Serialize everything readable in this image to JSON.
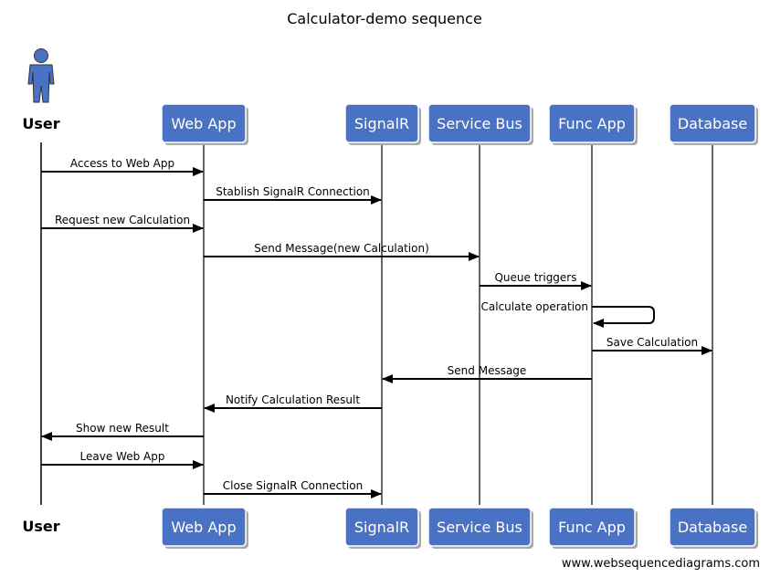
{
  "title": "Calculator-demo sequence",
  "user_actor": "User",
  "participants": [
    {
      "id": "webapp",
      "label": "Web App"
    },
    {
      "id": "signalr",
      "label": "SignalR"
    },
    {
      "id": "servicebus",
      "label": "Service Bus"
    },
    {
      "id": "funcapp",
      "label": "Func App"
    },
    {
      "id": "database",
      "label": "Database"
    }
  ],
  "messages": [
    {
      "from": "user",
      "to": "webapp",
      "label": "Access to Web App"
    },
    {
      "from": "webapp",
      "to": "signalr",
      "label": "Stablish SignalR Connection"
    },
    {
      "from": "user",
      "to": "webapp",
      "label": "Request new Calculation"
    },
    {
      "from": "webapp",
      "to": "servicebus",
      "label": "Send Message(new Calculation)"
    },
    {
      "from": "servicebus",
      "to": "funcapp",
      "label": "Queue triggers"
    },
    {
      "from": "funcapp",
      "to": "funcapp",
      "label": "Calculate operation"
    },
    {
      "from": "funcapp",
      "to": "database",
      "label": "Save Calculation"
    },
    {
      "from": "funcapp",
      "to": "signalr",
      "label": "Send Message"
    },
    {
      "from": "signalr",
      "to": "webapp",
      "label": "Notify Calculation Result"
    },
    {
      "from": "webapp",
      "to": "user",
      "label": "Show new Result"
    },
    {
      "from": "user",
      "to": "webapp",
      "label": "Leave Web App"
    },
    {
      "from": "webapp",
      "to": "signalr",
      "label": "Close SignalR Connection"
    }
  ],
  "watermark": "www.websequencediagrams.com",
  "colors": {
    "actor_box": "#4a72c4",
    "actor_border": "#ffffff",
    "actor_shadow": "#a9a9a9",
    "user_figure": "#4a72c4",
    "lines": "#000000",
    "lifeline": "#000000"
  },
  "icons": {
    "user": "user-stick-figure-icon"
  }
}
